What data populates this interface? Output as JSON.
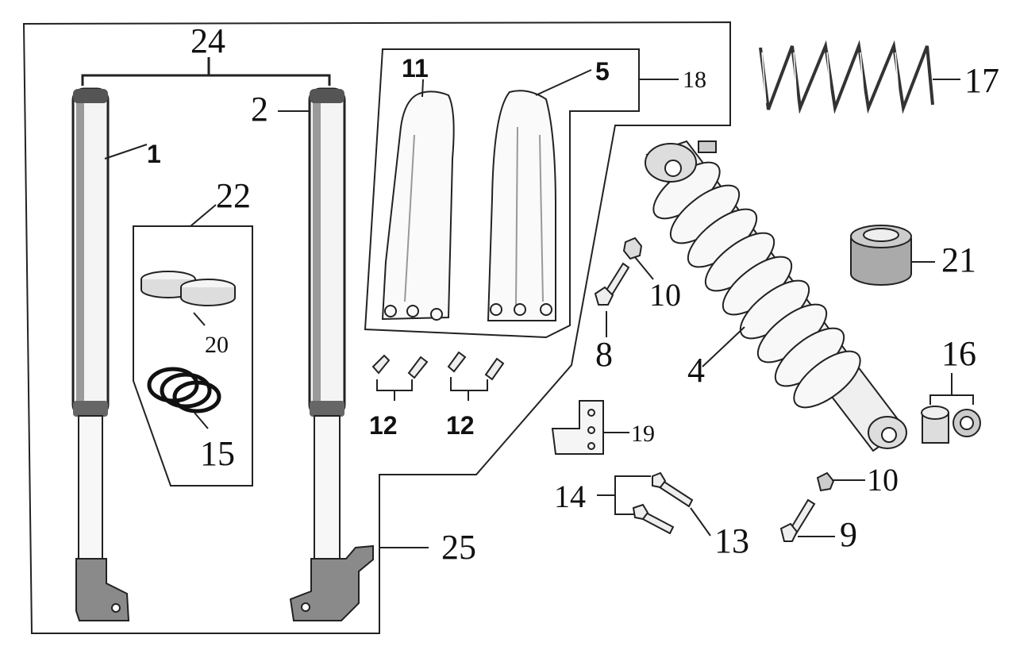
{
  "callouts": {
    "fork_assembly": "24",
    "left_fork_tube": "1",
    "right_fork_tube": "2",
    "fork_guard_left": "11",
    "fork_guard_right": "5",
    "fork_guard_set": "18",
    "rear_spring": "17",
    "seal_set": "22",
    "bushing": "20",
    "o_ring": "15",
    "guard_clip_left": "12",
    "guard_clip_right": "12",
    "rear_shock": "4",
    "shock_bolt_upper": "8",
    "nut_upper": "10",
    "cap": "21",
    "bushing_pair": "16",
    "bracket": "19",
    "bracket_bolt_set": "14",
    "bracket_bolt": "13",
    "nut_lower": "10",
    "shock_bolt_lower": "9",
    "fork_bottom": "25"
  },
  "colors": {
    "line": "#1a1a1a",
    "part_fill": "#f4f4f4",
    "shade": "#8a8a8a"
  }
}
